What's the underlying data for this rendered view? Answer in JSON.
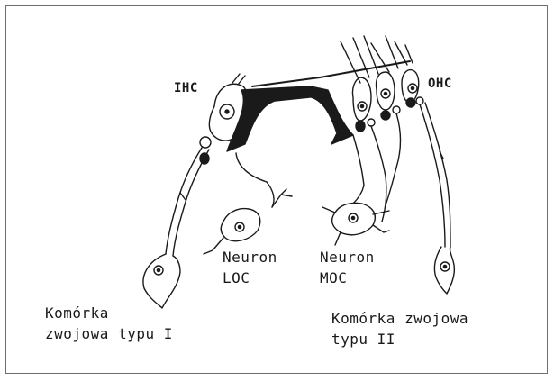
{
  "labels": {
    "ihc": "IHC",
    "ohc": "OHC",
    "neuron_loc_line1": "Neuron",
    "neuron_loc_line2": "LOC",
    "neuron_moc_line1": "Neuron",
    "neuron_moc_line2": "MOC",
    "type1_line1": "Komórka",
    "type1_line2": "zwojowa typu I",
    "type2_line1": "Komórka zwojowa",
    "type2_line2": "typu II"
  },
  "colors": {
    "ink": "#1a1a1a",
    "frame": "#6e6e6e",
    "background": "#ffffff"
  }
}
